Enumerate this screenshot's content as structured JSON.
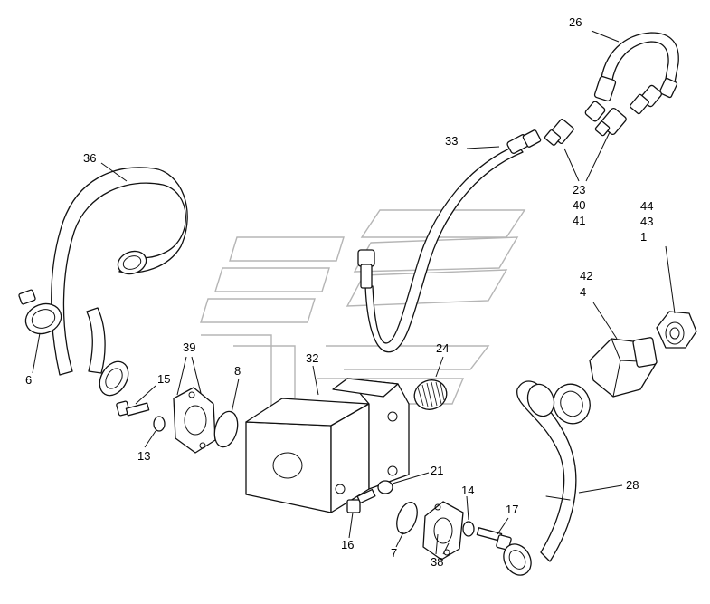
{
  "callouts": [
    {
      "id": "c26",
      "text": "26"
    },
    {
      "id": "c33",
      "text": "33"
    },
    {
      "id": "c36",
      "text": "36"
    },
    {
      "id": "c23",
      "text": "23"
    },
    {
      "id": "c40",
      "text": "40"
    },
    {
      "id": "c41",
      "text": "41"
    },
    {
      "id": "c44",
      "text": "44"
    },
    {
      "id": "c43",
      "text": "43"
    },
    {
      "id": "c1",
      "text": "1"
    },
    {
      "id": "c42",
      "text": "42"
    },
    {
      "id": "c4",
      "text": "4"
    },
    {
      "id": "c24",
      "text": "24"
    },
    {
      "id": "c39",
      "text": "39"
    },
    {
      "id": "c32",
      "text": "32"
    },
    {
      "id": "c15",
      "text": "15"
    },
    {
      "id": "c8",
      "text": "8"
    },
    {
      "id": "c6",
      "text": "6"
    },
    {
      "id": "c13",
      "text": "13"
    },
    {
      "id": "c21",
      "text": "21"
    },
    {
      "id": "c28",
      "text": "28"
    },
    {
      "id": "c14",
      "text": "14"
    },
    {
      "id": "c17",
      "text": "17"
    },
    {
      "id": "c16",
      "text": "16"
    },
    {
      "id": "c7",
      "text": "7"
    },
    {
      "id": "c38",
      "text": "38"
    }
  ]
}
